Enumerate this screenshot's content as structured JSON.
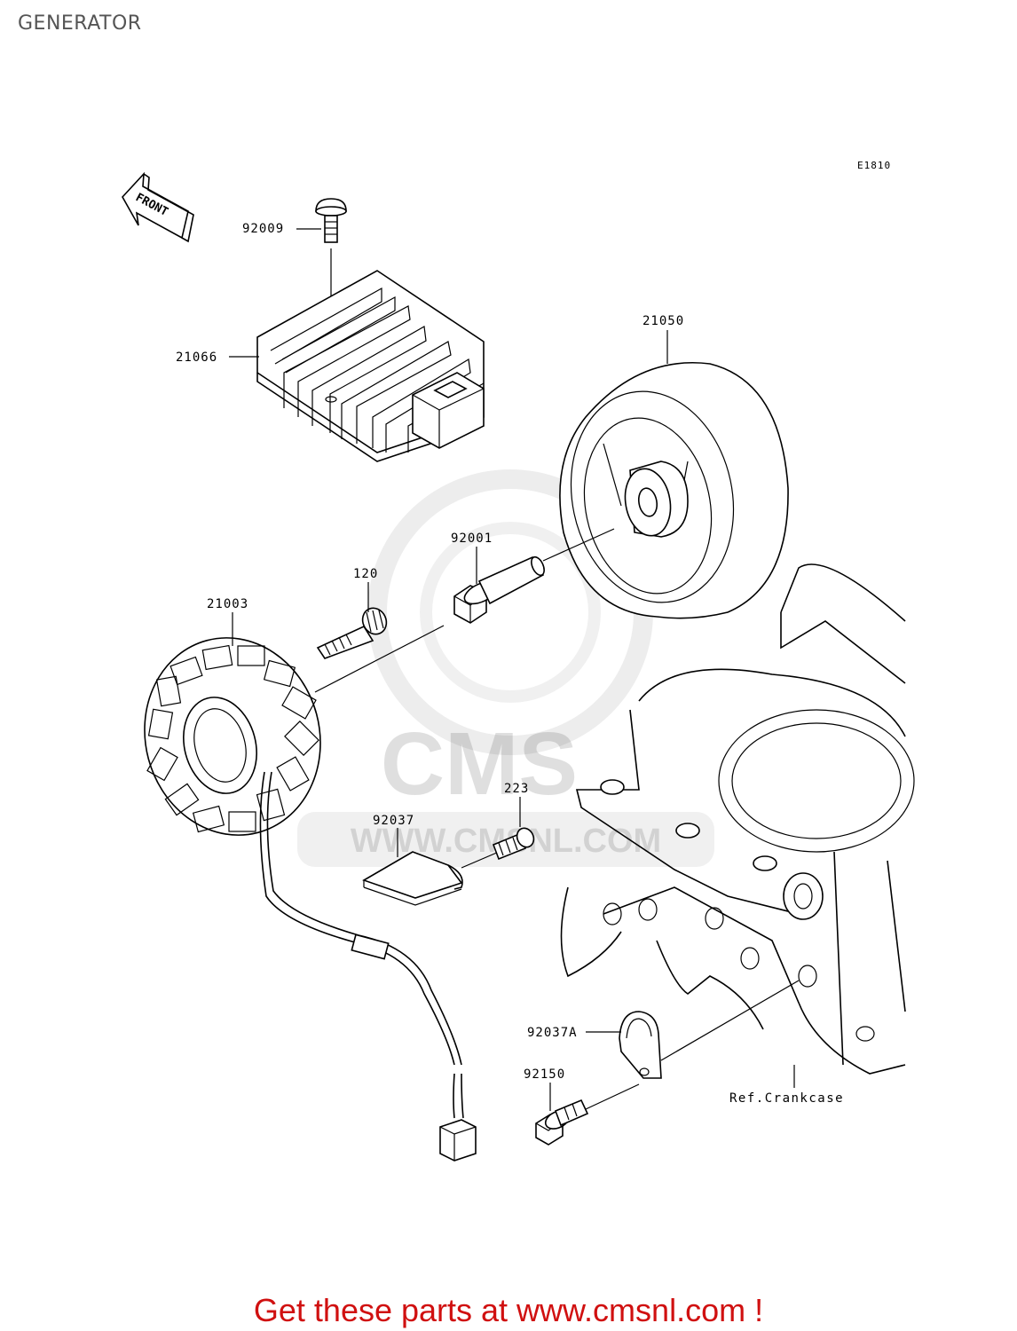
{
  "header": {
    "title": "GENERATOR"
  },
  "diagram": {
    "code": "E1810",
    "front_label": "FRONT",
    "reference_label": "Ref.Crankcase",
    "parts": [
      {
        "id": "92009"
      },
      {
        "id": "21066"
      },
      {
        "id": "21050"
      },
      {
        "id": "92001"
      },
      {
        "id": "120"
      },
      {
        "id": "21003"
      },
      {
        "id": "223"
      },
      {
        "id": "92037"
      },
      {
        "id": "92037A"
      },
      {
        "id": "92150"
      }
    ]
  },
  "watermark": {
    "brand": "CMS",
    "site": "WWW.CMSNL.COM"
  },
  "footer": {
    "cta": "Get these parts at www.cmsnl.com !",
    "cta_color": "#d01010"
  }
}
